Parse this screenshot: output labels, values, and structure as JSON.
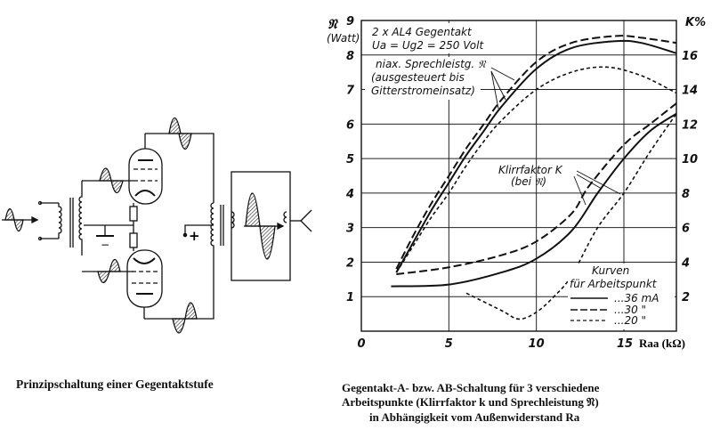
{
  "schematic": {
    "caption": "Prinzipschaltung einer Gegentaktstufe",
    "supply_plus": "+",
    "bias_minus": "−"
  },
  "figure_caption": {
    "line1": "Gegentakt-A- bzw. AB-Schaltung für 3 verschiedene",
    "line2": "Arbeitspunkte (Klirrfaktor k und Sprechleistung 𝔑)",
    "line3": "in Abhängigkeit vom Außenwiderstand Ra"
  },
  "chart_data": {
    "type": "line",
    "title_box": [
      "2 x AL4 Gegentakt",
      "Ua = Ug2 = 250 Volt"
    ],
    "ylabel_left": "𝔑",
    "ylabel_left_unit": "(Watt)",
    "ylabel_right": "K%",
    "xlabel": "Raa (kΩ)",
    "xlim": [
      0,
      18
    ],
    "ylim_left": [
      0,
      9
    ],
    "ylim_right": [
      0,
      18
    ],
    "x_ticks": [
      "0",
      "5",
      "10",
      "15"
    ],
    "x_tick_values": [
      0,
      5,
      10,
      15
    ],
    "y_ticks_left": [
      "1",
      "2",
      "3",
      "4",
      "5",
      "6",
      "7",
      "8",
      "9"
    ],
    "y_ticks_right": [
      "2",
      "4",
      "6",
      "8",
      "10",
      "12",
      "14",
      "16"
    ],
    "grid": true,
    "annotations": {
      "power": [
        "niax. Sprechleistg. 𝔑",
        "(ausgesteuert bis",
        "Gitterstromeinsatz)"
      ],
      "distortion": [
        "Klirrfaktor K",
        "(bei 𝔑)"
      ]
    },
    "legend": {
      "title": [
        "Kurven",
        "für Arbeitspunkt"
      ],
      "placement": "bottom-right",
      "entries": [
        {
          "label": "...36 mA",
          "style": "solid"
        },
        {
          "label": "...30 \"",
          "style": "long-dash"
        },
        {
          "label": "...20 \"",
          "style": "short-dash"
        }
      ]
    },
    "series": [
      {
        "name": "Sprechleistung 36 mA (W)",
        "axis": "left",
        "style": "solid",
        "x": [
          2,
          3,
          4,
          5,
          6,
          7,
          8,
          10,
          12,
          14.5,
          16,
          18
        ],
        "y": [
          1.7,
          2.6,
          3.5,
          4.3,
          5.1,
          5.8,
          6.5,
          7.6,
          8.2,
          8.4,
          8.35,
          8.05
        ]
      },
      {
        "name": "Sprechleistung 30 mA (W)",
        "axis": "left",
        "style": "long-dash",
        "x": [
          2,
          3,
          4,
          5,
          6,
          7,
          8,
          10,
          12,
          14.5,
          16,
          18
        ],
        "y": [
          1.8,
          2.8,
          3.7,
          4.5,
          5.3,
          6.0,
          6.7,
          7.8,
          8.35,
          8.55,
          8.5,
          8.35
        ]
      },
      {
        "name": "Sprechleistung 20 mA (W)",
        "axis": "left",
        "style": "short-dash",
        "x": [
          2,
          3,
          4,
          5,
          6,
          7,
          8,
          10,
          12,
          14,
          16,
          18
        ],
        "y": [
          1.7,
          2.5,
          3.3,
          4.0,
          4.8,
          5.5,
          6.1,
          7.0,
          7.5,
          7.65,
          7.4,
          6.9
        ]
      },
      {
        "name": "Klirrfaktor 36 mA (%)",
        "axis": "right",
        "style": "solid",
        "x": [
          1.7,
          5,
          8,
          10,
          12,
          13.5,
          15,
          16.5,
          18
        ],
        "y": [
          2.6,
          2.7,
          3.4,
          4.2,
          5.8,
          8.0,
          10.0,
          11.6,
          12.6
        ]
      },
      {
        "name": "Klirrfaktor 30 mA (%)",
        "axis": "right",
        "style": "long-dash",
        "x": [
          2,
          5,
          8,
          10,
          12,
          13,
          15,
          16.5,
          18
        ],
        "y": [
          3.3,
          3.7,
          4.4,
          5.2,
          6.8,
          8.4,
          10.8,
          12.0,
          13.2
        ]
      },
      {
        "name": "Klirrfaktor 20 mA (%)",
        "axis": "right",
        "style": "short-dash",
        "x": [
          6,
          8,
          9,
          10,
          11,
          12,
          13.5,
          15,
          16.5,
          18
        ],
        "y": [
          2.2,
          1.2,
          0.7,
          1.1,
          2.0,
          3.2,
          6.0,
          8.0,
          10.4,
          12.6
        ]
      }
    ]
  }
}
